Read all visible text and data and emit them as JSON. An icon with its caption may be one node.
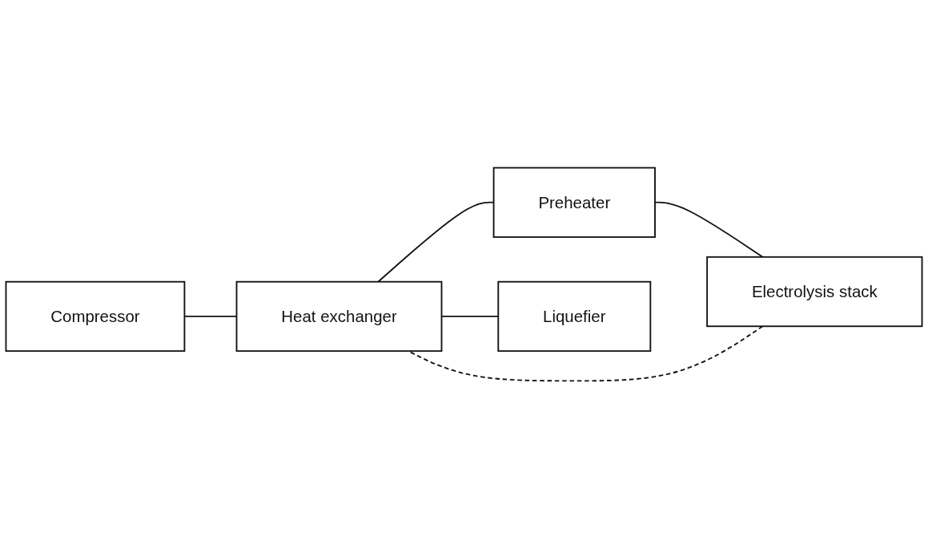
{
  "diagram": {
    "nodes": [
      {
        "text": [
          "Compressor"
        ]
      },
      {
        "text": [
          "Heat exchanger"
        ]
      },
      {
        "text": [
          "Preheater"
        ]
      },
      {
        "text": [
          "Electrolysis stack"
        ]
      },
      {
        "text": [
          "Liquefier"
        ]
      }
    ],
    "edges": [
      {
        "from": 0,
        "to": 1,
        "arrow": "none"
      },
      {
        "from": 1,
        "to": 2,
        "arrow": "none"
      },
      {
        "from": 2,
        "to": 3,
        "arrow": "none"
      },
      {
        "from": 1,
        "to": 4,
        "arrow": "none"
      },
      {
        "from": 3,
        "to": 1,
        "arrow": "none",
        "style": "dashed"
      }
    ]
  }
}
